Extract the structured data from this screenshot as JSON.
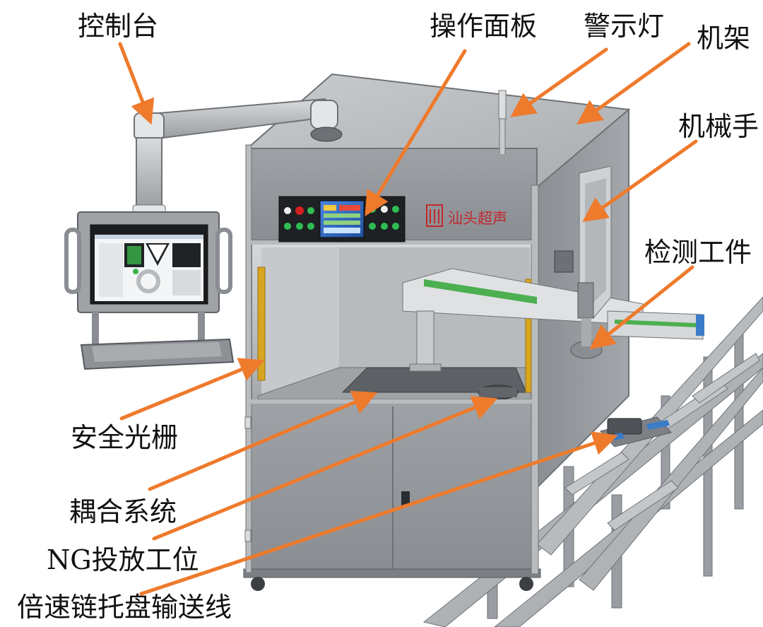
{
  "labels": {
    "console": "控制台",
    "operation_panel": "操作面板",
    "warning_lamp": "警示灯",
    "frame": "机架",
    "robot_arm": "机械手",
    "test_workpiece": "检测工件",
    "safety_light_curtain": "安全光栅",
    "coupling_system": "耦合系统",
    "ng_drop_station": "NG投放工位",
    "speed_chain_conveyor": "倍速链托盘输送线"
  },
  "brand": {
    "name": "汕头超声"
  },
  "colors": {
    "callout_arrow": "#ee7a2c",
    "frame_aluminum": "#b9bcbf",
    "panel_gray": "#8e9296",
    "cabinet_gray": "#9a9da0",
    "hmi_screen": "#2a66c8",
    "button_green": "#2fbd54",
    "button_red": "#d61f1f",
    "brand_red": "#c0282d",
    "light_curtain": "#d8a520",
    "conveyor_blue": "#3a7cc8"
  }
}
